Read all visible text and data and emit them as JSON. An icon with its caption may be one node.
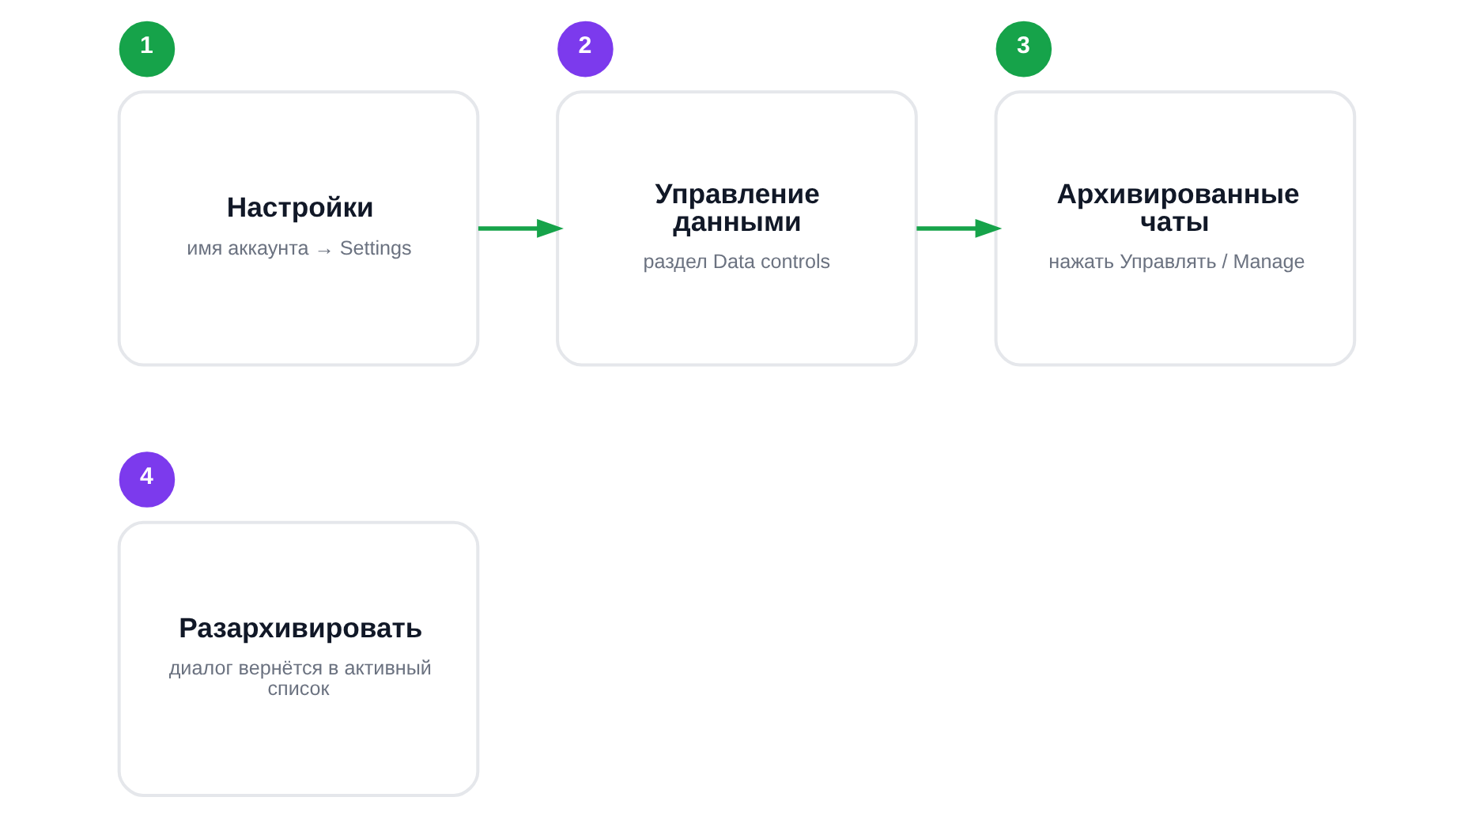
{
  "diagram": {
    "nodes": [
      {
        "text": [
          "1"
        ]
      },
      {
        "text": [
          "Настройки",
          "имя аккаунта → Settings"
        ]
      },
      {
        "text": [
          "2"
        ]
      },
      {
        "text": [
          "Управление данными",
          "раздел Data controls"
        ]
      },
      {
        "text": [
          "3"
        ]
      },
      {
        "text": [
          "Архивированные чаты",
          "нажать Управлять / Manage"
        ]
      },
      {
        "text": [
          "4"
        ]
      },
      {
        "text": [
          "Разархивировать",
          "диалог вернётся в активный список"
        ]
      }
    ],
    "edges": [
      {
        "from": 1,
        "to": 3,
        "arrow": "to"
      },
      {
        "from": 3,
        "to": 5,
        "arrow": "to"
      }
    ]
  }
}
